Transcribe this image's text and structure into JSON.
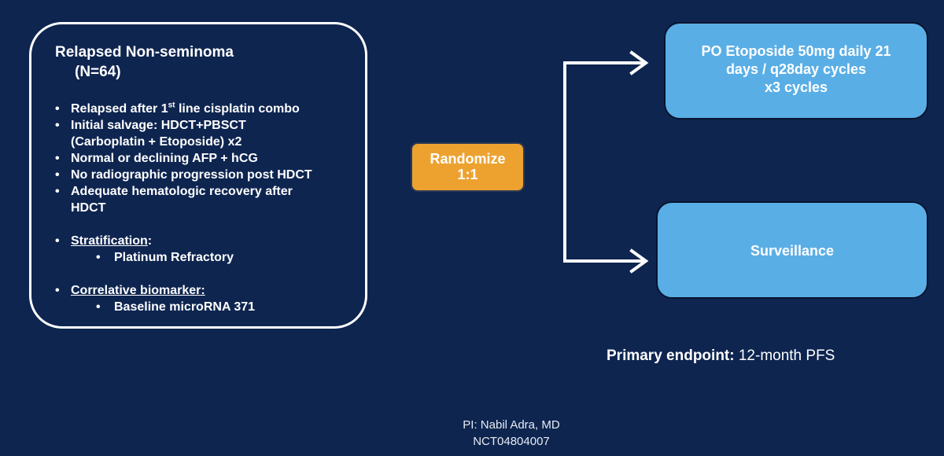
{
  "eligibility": {
    "title": "Relapsed Non-seminoma",
    "n": "(N=64)",
    "criteria_first_pre": "Relapsed after 1",
    "criteria_first_sup": "st",
    "criteria_first_post": " line cisplatin combo",
    "criteria_2_line1": "Initial salvage: HDCT+PBSCT",
    "criteria_2_line2": "(Carboplatin + Etoposide) x2",
    "criteria_3": "Normal or declining AFP + hCG",
    "criteria_4": "No radiographic progression post HDCT",
    "criteria_5_line1": "Adequate hematologic recovery after",
    "criteria_5_line2": "HDCT",
    "stratification_label": "Stratification",
    "stratification_colon": ":",
    "stratification_item": "Platinum Refractory",
    "biomarker_label": "Correlative biomarker:",
    "biomarker_item": "Baseline microRNA 371",
    "bullet_glyph": "•"
  },
  "randomize": {
    "line1": "Randomize",
    "line2": "1:1"
  },
  "arms": {
    "etoposide_line1": "PO Etoposide 50mg daily 21",
    "etoposide_line2": "days / q28day cycles",
    "etoposide_line3": "x3 cycles",
    "surveillance": "Surveillance"
  },
  "endpoint": {
    "label": "Primary endpoint:",
    "value": " 12-month PFS"
  },
  "footer": {
    "pi": "PI: Nabil Adra, MD",
    "nct": "NCT04804007"
  },
  "colors": {
    "background": "#0e2550",
    "randomize_fill": "#eda230",
    "arm_fill": "#5aaee6",
    "text": "#ffffff"
  }
}
